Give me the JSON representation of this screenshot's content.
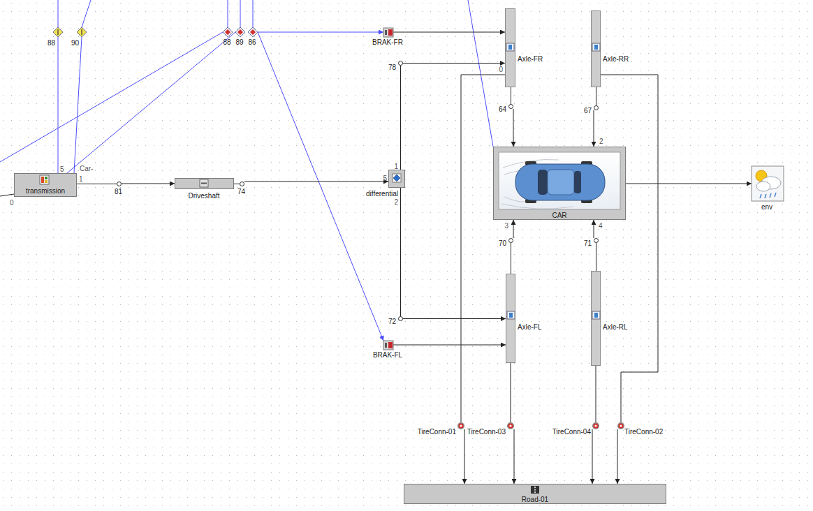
{
  "diagram": {
    "nodes": [
      {
        "text": [
          "88"
        ]
      },
      {
        "text": [
          "90"
        ]
      },
      {
        "text": [
          "88"
        ]
      },
      {
        "text": [
          "89"
        ]
      },
      {
        "text": [
          "86"
        ]
      },
      {
        "text": [
          "BRAK-FR"
        ]
      },
      {
        "text": [
          "Axle-FR"
        ]
      },
      {
        "text": [
          "Axle-RR"
        ]
      },
      {
        "text": [
          "78"
        ]
      },
      {
        "text": [
          "64"
        ]
      },
      {
        "text": [
          "67"
        ]
      },
      {
        "text": [
          "transmission"
        ]
      },
      {
        "text": [
          "81"
        ]
      },
      {
        "text": [
          "Driveshaft"
        ]
      },
      {
        "text": [
          "74"
        ]
      },
      {
        "text": [
          "differential"
        ]
      },
      {
        "text": [
          "CAR"
        ]
      },
      {
        "text": [
          "env"
        ]
      },
      {
        "text": [
          "70"
        ]
      },
      {
        "text": [
          "71"
        ]
      },
      {
        "text": [
          "72"
        ]
      },
      {
        "text": [
          "Axle-FL"
        ]
      },
      {
        "text": [
          "Axle-RL"
        ]
      },
      {
        "text": [
          "BRAK-FL"
        ]
      },
      {
        "text": [
          "TireConn-01"
        ]
      },
      {
        "text": [
          "TireConn-03"
        ]
      },
      {
        "text": [
          "TireConn-04"
        ]
      },
      {
        "text": [
          "TireConn-02"
        ]
      },
      {
        "text": [
          "Road-01"
        ]
      }
    ],
    "edges": [
      {
        "from": 0,
        "to": 11,
        "arrow": "none"
      },
      {
        "from": 1,
        "to": 11,
        "arrow": "none"
      },
      {
        "from": 3,
        "to": 11,
        "arrow": "none"
      },
      {
        "from": 4,
        "to": 5,
        "arrow": "to"
      },
      {
        "from": 4,
        "to": 23,
        "arrow": "to"
      },
      {
        "from": 11,
        "to": 12,
        "arrow": "none"
      },
      {
        "from": 12,
        "to": 13,
        "arrow": "to"
      },
      {
        "from": 13,
        "to": 14,
        "arrow": "none"
      },
      {
        "from": 14,
        "to": 15,
        "arrow": "to"
      },
      {
        "from": 15,
        "to": 8,
        "arrow": "none"
      },
      {
        "from": 8,
        "to": 6,
        "arrow": "to"
      },
      {
        "from": 15,
        "to": 20,
        "arrow": "none"
      },
      {
        "from": 20,
        "to": 21,
        "arrow": "to"
      },
      {
        "from": 5,
        "to": 6,
        "arrow": "to"
      },
      {
        "from": 23,
        "to": 21,
        "arrow": "to"
      },
      {
        "from": 6,
        "to": 9,
        "arrow": "none"
      },
      {
        "from": 9,
        "to": 16,
        "arrow": "to"
      },
      {
        "from": 7,
        "to": 10,
        "arrow": "none"
      },
      {
        "from": 10,
        "to": 16,
        "arrow": "to"
      },
      {
        "from": 21,
        "to": 18,
        "arrow": "none"
      },
      {
        "from": 18,
        "to": 16,
        "arrow": "to"
      },
      {
        "from": 22,
        "to": 19,
        "arrow": "none"
      },
      {
        "from": 19,
        "to": 16,
        "arrow": "to"
      },
      {
        "from": 16,
        "to": 17,
        "arrow": "to"
      },
      {
        "from": 6,
        "to": 24,
        "arrow": "none"
      },
      {
        "from": 24,
        "to": 28,
        "arrow": "to"
      },
      {
        "from": 21,
        "to": 25,
        "arrow": "none"
      },
      {
        "from": 25,
        "to": 28,
        "arrow": "to"
      },
      {
        "from": 22,
        "to": 26,
        "arrow": "none"
      },
      {
        "from": 26,
        "to": 28,
        "arrow": "to"
      },
      {
        "from": 7,
        "to": 27,
        "arrow": "none"
      },
      {
        "from": 27,
        "to": 28,
        "arrow": "to"
      }
    ],
    "labels": [
      "5",
      "Car-",
      "1",
      "0",
      "1",
      "5",
      "2",
      "0",
      "2",
      "3",
      "4"
    ]
  }
}
